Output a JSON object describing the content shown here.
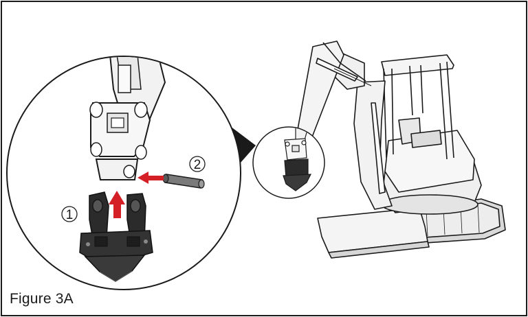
{
  "figure": {
    "caption": "Figure 3A",
    "callouts": [
      {
        "number": "1",
        "meaning": "attachment-coupler"
      },
      {
        "number": "2",
        "meaning": "pin"
      }
    ],
    "colors": {
      "outline": "#1a1a1a",
      "arrow": "#d41f26",
      "part_dark": "#2b2b2b",
      "machine_fill": "#f4f4f4"
    }
  }
}
